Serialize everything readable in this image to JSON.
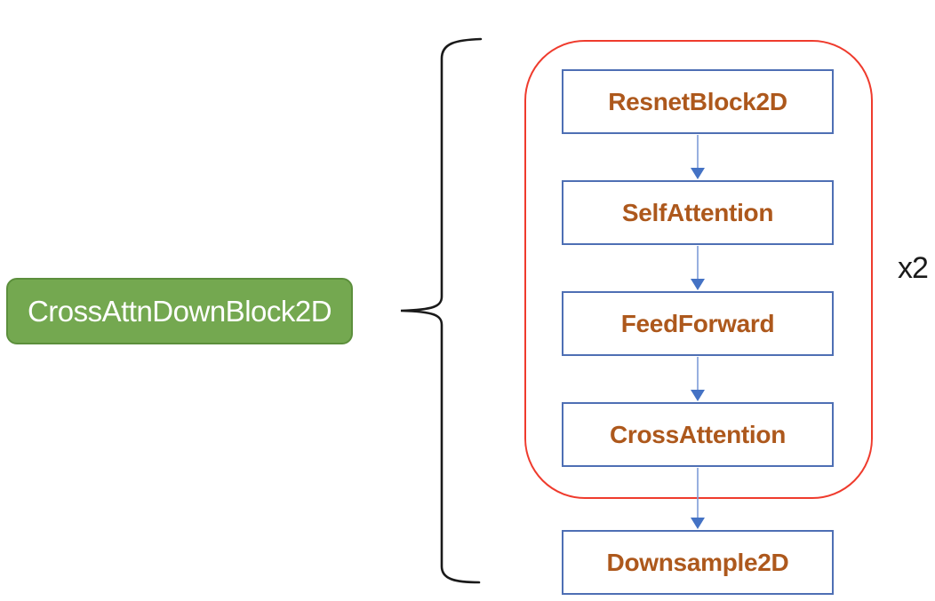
{
  "main_block": {
    "label": "CrossAttnDownBlock2D"
  },
  "repeat_group": {
    "repeat_label": "x2",
    "blocks": [
      {
        "label": "ResnetBlock2D"
      },
      {
        "label": "SelfAttention"
      },
      {
        "label": "FeedForward"
      },
      {
        "label": "CrossAttention"
      }
    ]
  },
  "output_block": {
    "label": "Downsample2D"
  },
  "colors": {
    "main_block_fill": "#74A850",
    "main_block_border": "#5C8F3C",
    "main_block_text": "#FFFFFF",
    "repeat_outline": "#EF3B2D",
    "node_border": "#4E6FB4",
    "node_text": "#AD581C",
    "arrow_line": "#7E9CD8",
    "arrow_head": "#4472C4",
    "brace": "#1A1A1A",
    "repeat_label_text": "#1A1A1A"
  }
}
